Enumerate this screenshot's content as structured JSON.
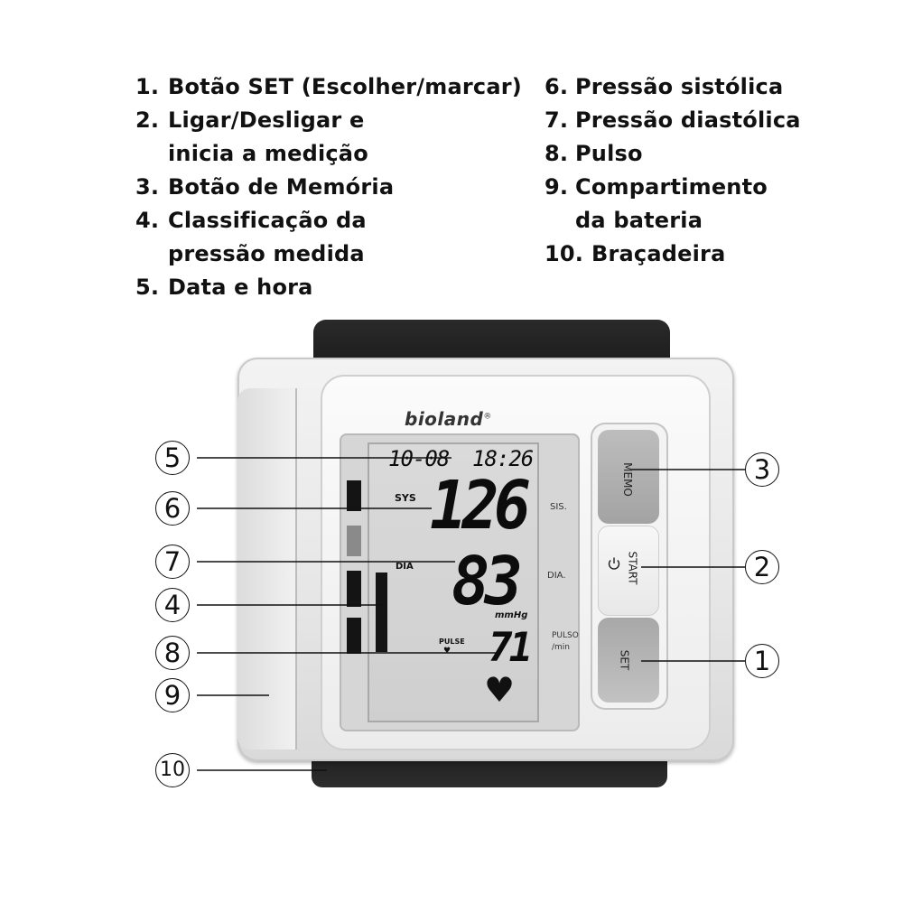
{
  "legend": {
    "left": [
      {
        "num": "1.",
        "lines": [
          "Botão SET (Escolher/marcar)"
        ]
      },
      {
        "num": "2.",
        "lines": [
          "Ligar/Desligar e",
          "inicia a medição"
        ]
      },
      {
        "num": "3.",
        "lines": [
          "Botão de Memória"
        ]
      },
      {
        "num": "4.",
        "lines": [
          "Classificação da",
          "pressão medida"
        ]
      },
      {
        "num": "5.",
        "lines": [
          "Data e hora"
        ]
      }
    ],
    "right": [
      {
        "num": "6.",
        "lines": [
          "Pressão sistólica"
        ]
      },
      {
        "num": "7.",
        "lines": [
          "Pressão diastólica"
        ]
      },
      {
        "num": "8.",
        "lines": [
          "Pulso"
        ]
      },
      {
        "num": "9.",
        "lines": [
          "Compartimento",
          "da bateria"
        ]
      },
      {
        "num": "10.",
        "lines": [
          "Braçadeira"
        ]
      }
    ]
  },
  "device": {
    "brand": "bioland",
    "brand_mark": "®",
    "lcd": {
      "date": "10-08",
      "time": "18:26",
      "sys_label": "SYS",
      "sys_value": "126",
      "dia_label": "DIA",
      "dia_value": "83",
      "unit": "mmHg",
      "pulse_label": "PULSE",
      "pulse_value": "71"
    },
    "panel_labels": {
      "sis": "SIS.",
      "dia": "DIA.",
      "pulse": "PULSO /min"
    },
    "buttons": {
      "memo": "MEMO",
      "start": "START",
      "set": "SET"
    }
  },
  "callouts": [
    "1",
    "2",
    "3",
    "4",
    "5",
    "6",
    "7",
    "8",
    "9",
    "10"
  ],
  "icons": {
    "heart": "heart-icon",
    "power": "power-icon",
    "pulse_heart": "heart-icon"
  }
}
